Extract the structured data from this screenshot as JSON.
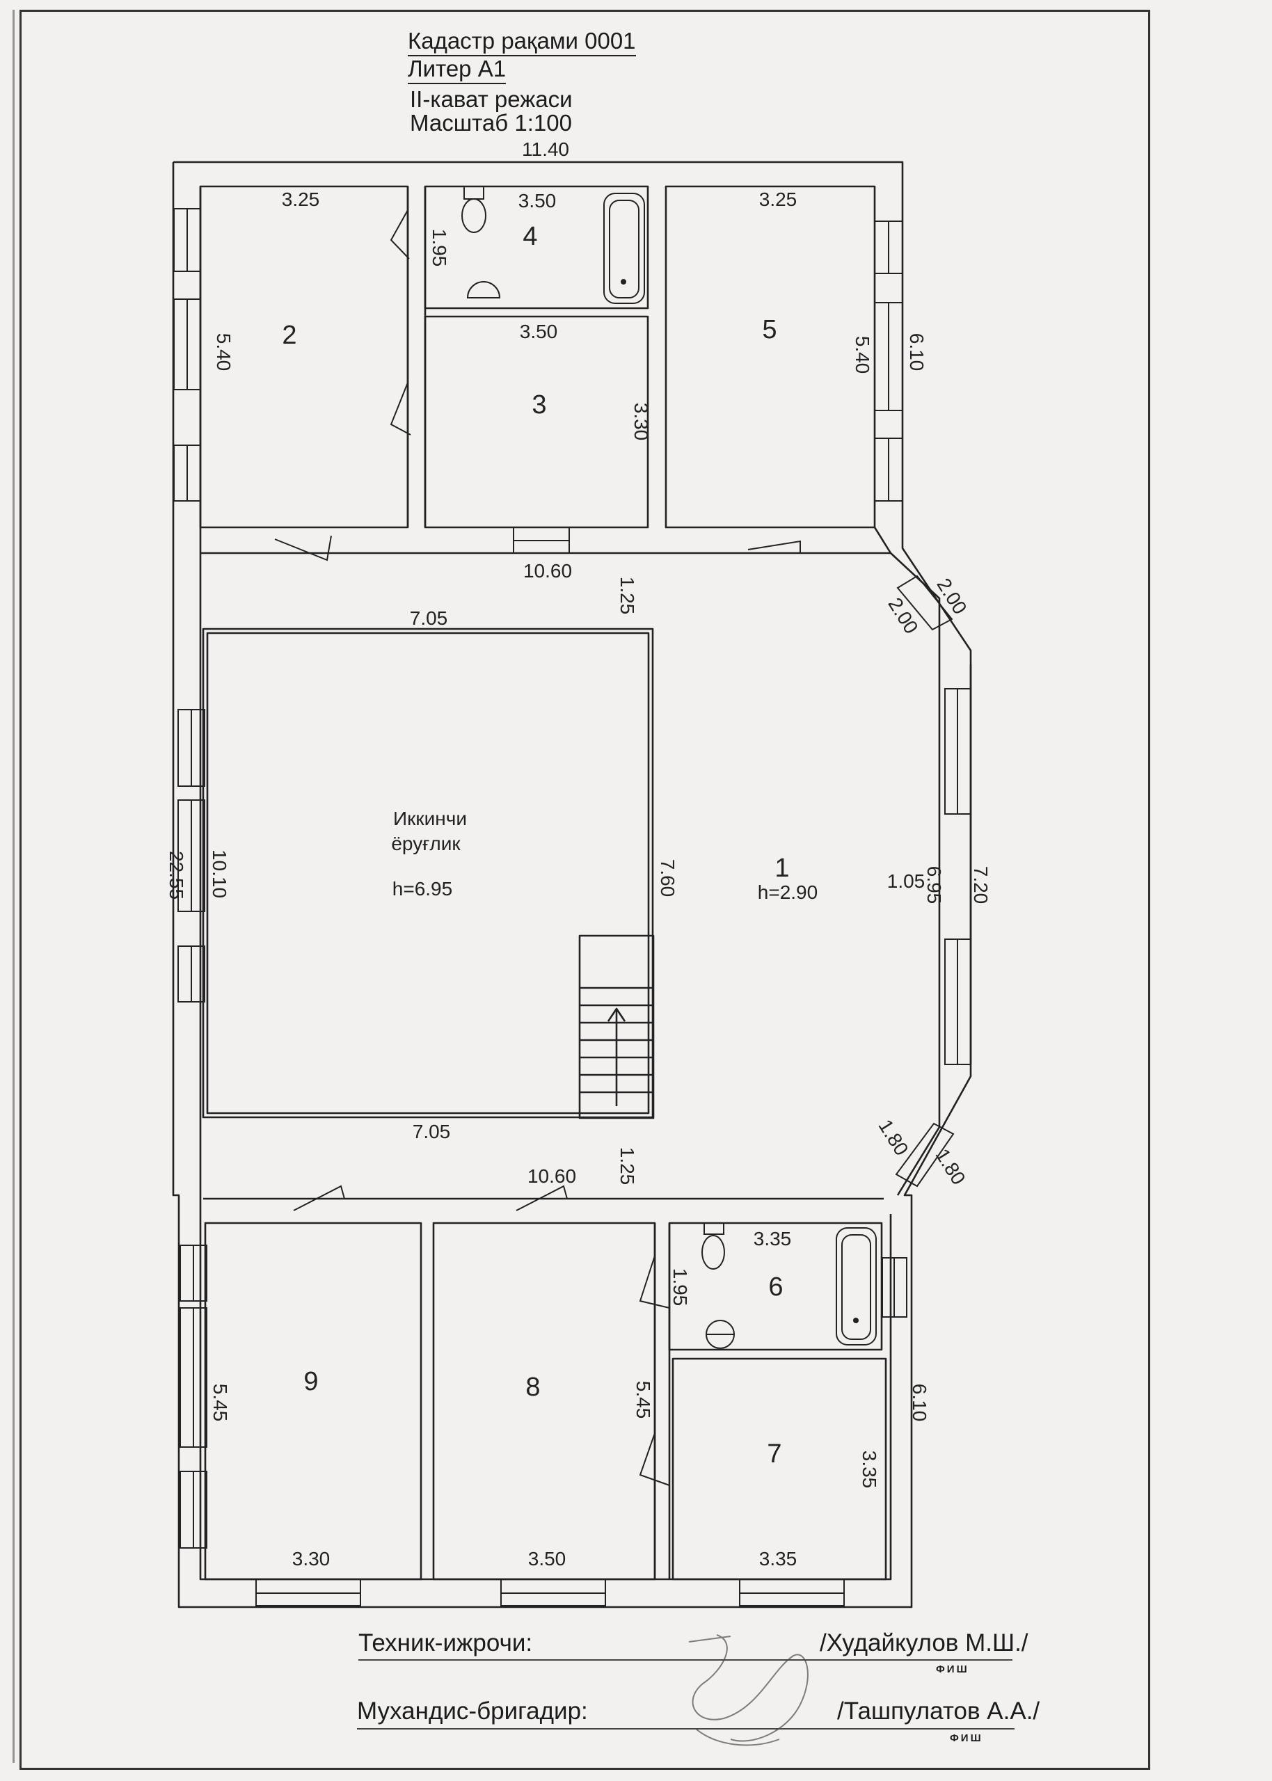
{
  "header": {
    "cadastre": "Кадастр рақами  0001",
    "liter": "Литер  А1",
    "floor_plan": "II-кават режаси",
    "scale": "Масштаб   1:100"
  },
  "plan": {
    "overall_width": "11.40",
    "overall_length": "22.55",
    "rooms": {
      "r1": {
        "number": "1",
        "height": "h=2.90"
      },
      "r2": {
        "number": "2"
      },
      "r3": {
        "number": "3"
      },
      "r4": {
        "number": "4"
      },
      "r5": {
        "number": "5"
      },
      "r6": {
        "number": "6"
      },
      "r7": {
        "number": "7"
      },
      "r8": {
        "number": "8"
      },
      "r9": {
        "number": "9"
      },
      "void": {
        "name_line1": "Иккинчи",
        "name_line2": "ёруғлик",
        "height": "h=6.95"
      }
    },
    "dims": {
      "r2_w": "3.25",
      "r2_l": "5.40",
      "r4_w": "3.50",
      "r4_l": "1.95",
      "r3_w": "3.50",
      "r3_l": "3.30",
      "r5_w": "3.25",
      "r5_l": "5.40",
      "right_top": "6.10",
      "corr_top_w": "10.60",
      "corr_top_h": "1.25",
      "bay_top_a": "2.00",
      "bay_top_b": "2.00",
      "void_top": "7.05",
      "void_side": "10.10",
      "void_right": "7.60",
      "void_bottom": "7.05",
      "hall_inner": "1.05",
      "hall_l": "6.95",
      "bay_side": "7.20",
      "corr_bot_h": "1.25",
      "corr_bot_w": "10.60",
      "bay_bot_a": "1.80",
      "bay_bot_b": "1.80",
      "r6_w": "3.35",
      "r6_l": "1.95",
      "r8_l": "5.45",
      "r9_l": "5.45",
      "r7_l": "3.35",
      "right_bot": "6.10",
      "r9_w": "3.30",
      "r8_w": "3.50",
      "r7_w": "3.35"
    }
  },
  "signatures": {
    "technician_label": "Техник-ижрочи:",
    "technician_name": "/Худайкулов М.Ш./",
    "technician_caption": "ФИШ",
    "engineer_label": "Мухандис-бригадир:",
    "engineer_name": "/Ташпулатов А.А./",
    "engineer_caption": "ФИШ"
  }
}
